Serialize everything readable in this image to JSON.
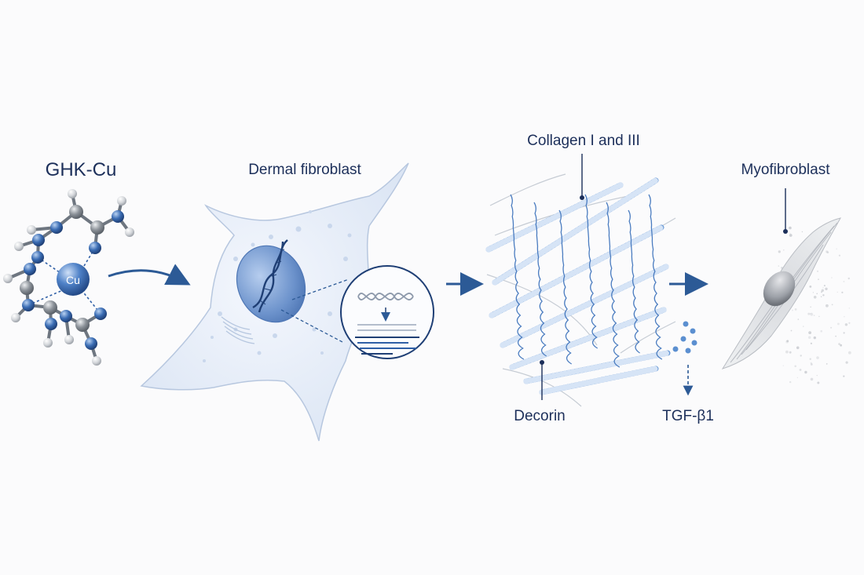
{
  "labels": {
    "ghk": "GHK-Cu",
    "cu_atom": "Cu",
    "fibroblast": "Dermal fibroblast",
    "collagen": "Collagen I and III",
    "decorin": "Decorin",
    "tgf": "TGF-β1",
    "myofibroblast": "Myofibroblast"
  },
  "colors": {
    "label_text": "#1c2f5a",
    "arrow": "#2c5a96",
    "nitrogen_atom": "#2f5fa6",
    "carbon_atom": "#8a8f96",
    "hydrogen_atom": "#d4d6da",
    "fiber": "#6a9ad6",
    "cell_fill": "#e6eef9",
    "myofibroblast": "#bfc3c9"
  }
}
